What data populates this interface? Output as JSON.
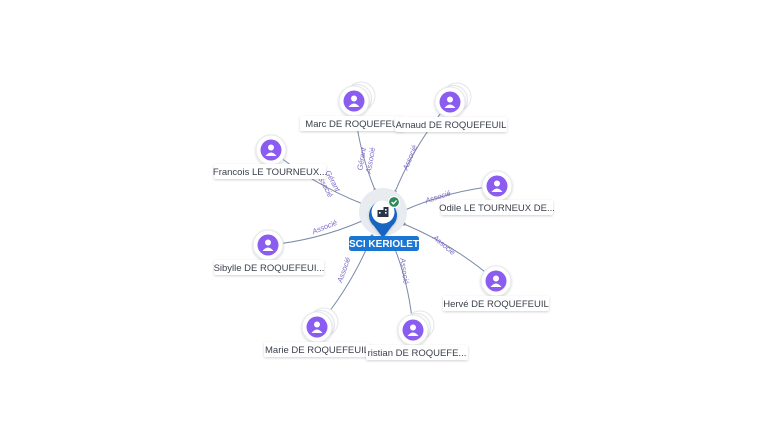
{
  "center": {
    "label": "SCI KERIOLET",
    "icon": "building-icon",
    "badge_icon": "check-icon",
    "colors": {
      "pin": "#1565c0",
      "label_bg": "#1976d2",
      "badge": "#2e8b57"
    }
  },
  "colors": {
    "person_circle": "#8a5cf0",
    "edge_line": "#7a8aa8",
    "edge_label": "#7b68c8"
  },
  "people": [
    {
      "name": "Marc DE ROQUEFEU",
      "roles": [
        "Gérant",
        "Associé"
      ],
      "stacked": true
    },
    {
      "name": "Arnaud DE ROQUEFEUIL",
      "roles": [
        "Associé"
      ],
      "stacked": true
    },
    {
      "name": "Francois LE TOURNEUX...",
      "roles": [
        "Gérant",
        "Associé"
      ],
      "stacked": false
    },
    {
      "name": "Odile LE TOURNEUX DE...",
      "roles": [
        "Associé"
      ],
      "stacked": false
    },
    {
      "name": "Sibylle DE ROQUEFEUI...",
      "roles": [
        "Associé"
      ],
      "stacked": false
    },
    {
      "name": "Hervé DE ROQUEFEUIL",
      "roles": [
        "Associé"
      ],
      "stacked": false
    },
    {
      "name": "Marie DE ROQUEFEUIL",
      "roles": [
        "Associé"
      ],
      "stacked": true
    },
    {
      "name": "ristian DE ROQUEFE...",
      "roles": [
        "Associé"
      ],
      "stacked": true
    }
  ]
}
